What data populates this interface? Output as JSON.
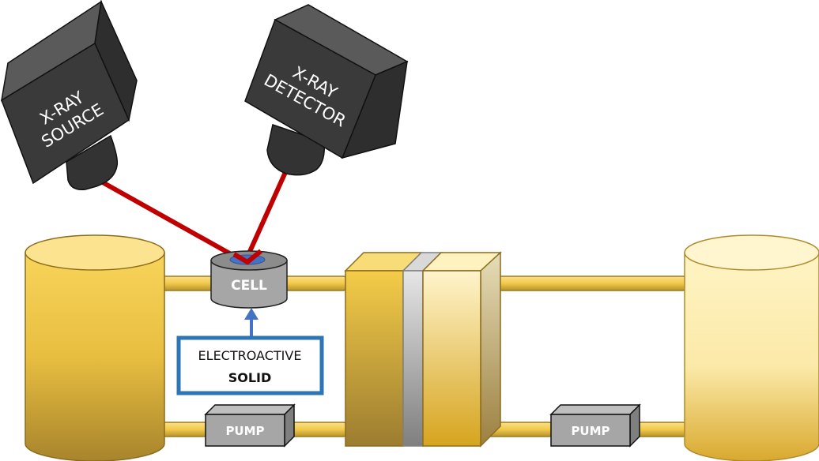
{
  "labels": {
    "source_line1": "X-RAY",
    "source_line2": "SOURCE",
    "detector_line1": "X-RAY",
    "detector_line2": "DETECTOR",
    "cell": "CELL",
    "solid_line1": "ELECTROACTIVE",
    "solid_line2": "SOLID",
    "pump_left": "PUMP",
    "pump_right": "PUMP"
  },
  "colors": {
    "beam": "#C00000",
    "box_border": "#2E75B6",
    "arrow": "#4472C4",
    "device": "#3A3A3A",
    "gray": "#A6A6A6",
    "gold": "#F2C94C"
  }
}
